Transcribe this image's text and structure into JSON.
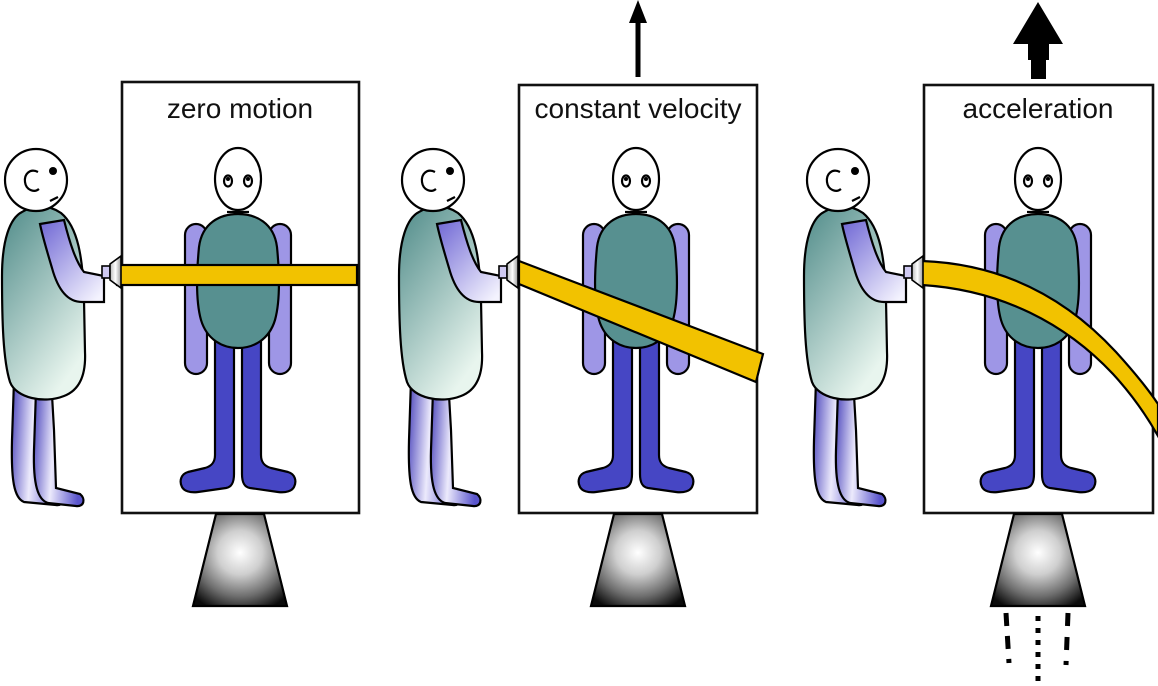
{
  "figure": {
    "type": "physics-equivalence-principle-diagram",
    "description": "Three elevator boxes with an observer shining a light beam through each: zero motion (straight beam), constant velocity (straight tilted beam), acceleration (curved beam)",
    "background": "#ffffff"
  },
  "panels": [
    {
      "label": "zero motion",
      "motion_arrow": "none",
      "beam_shape": "horizontal-straight",
      "thrust": "none"
    },
    {
      "label": "constant velocity",
      "motion_arrow": "thin-up-arrow",
      "beam_shape": "diagonal-straight",
      "thrust": "none"
    },
    {
      "label": "acceleration",
      "motion_arrow": "thick-up-arrow",
      "beam_shape": "curved-downward",
      "thrust": "dashed-exhaust"
    }
  ],
  "colors": {
    "beam": "#F2C200",
    "box_stroke": "#111111",
    "torso_teal": "#579090",
    "arm_purple": "#9E96E6",
    "leg_blue": "#4646C4",
    "arrow_black": "#000000",
    "outline": "#000000"
  }
}
